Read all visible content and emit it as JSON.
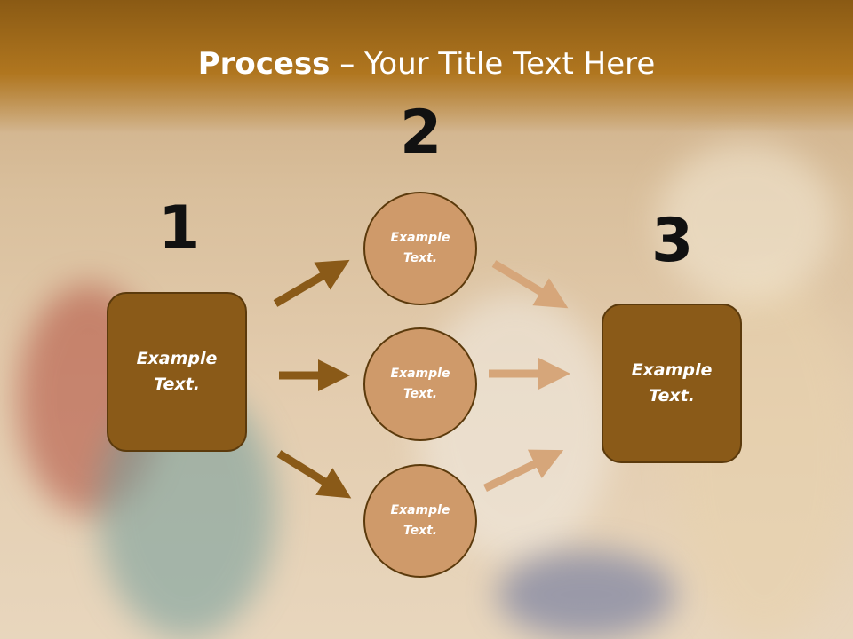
{
  "title": {
    "bold": "Process",
    "rest": " – Your Title Text Here"
  },
  "steps": {
    "n1": "1",
    "n2": "2",
    "n3": "3"
  },
  "boxes": {
    "left": "Example\nText.",
    "right": "Example\nText."
  },
  "circles": {
    "top": "Example\nText.",
    "middle": "Example\nText.",
    "bottom": "Example\nText."
  },
  "colors": {
    "header": "#b0761f",
    "box": "#8a5a18",
    "circle": "#cf9a6a",
    "arrow_dark": "#8a5a18",
    "arrow_light": "#d6a67a"
  }
}
